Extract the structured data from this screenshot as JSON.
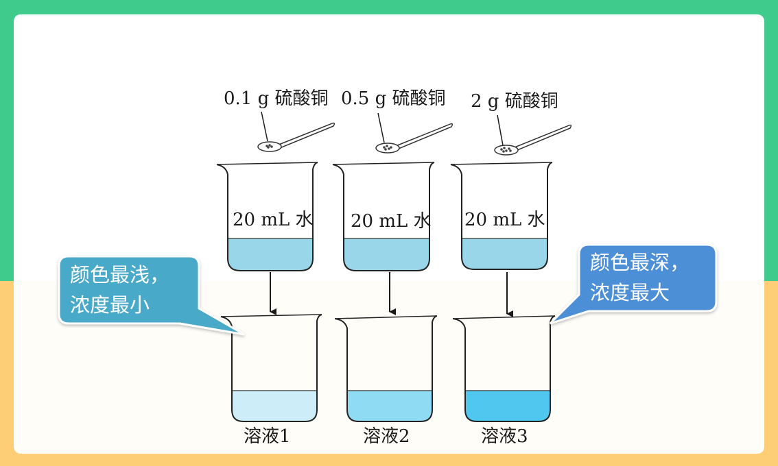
{
  "colors": {
    "frame_top": "#3ecb8c",
    "frame_bottom": "#fece76",
    "callout_left": "#4aa9c8",
    "callout_right": "#4e8fd6",
    "water": "#9ad6ea",
    "solution_1": "#cdeef9",
    "solution_2": "#8fdbf4",
    "solution_3": "#4fc7ef"
  },
  "spoons": [
    {
      "label": "0.1 g 硫酸铜"
    },
    {
      "label": "0.5 g 硫酸铜"
    },
    {
      "label": "2 g 硫酸铜"
    }
  ],
  "beakers_top": [
    {
      "label": "20 mL 水"
    },
    {
      "label": "20 mL 水"
    },
    {
      "label": "20 mL 水"
    }
  ],
  "beakers_bottom": [
    {
      "label": "溶液1"
    },
    {
      "label": "溶液2"
    },
    {
      "label": "溶液3"
    }
  ],
  "callouts": {
    "left": {
      "line1": "颜色最浅，",
      "line2": "浓度最小"
    },
    "right": {
      "line1": "颜色最深，",
      "line2": "浓度最大"
    }
  }
}
